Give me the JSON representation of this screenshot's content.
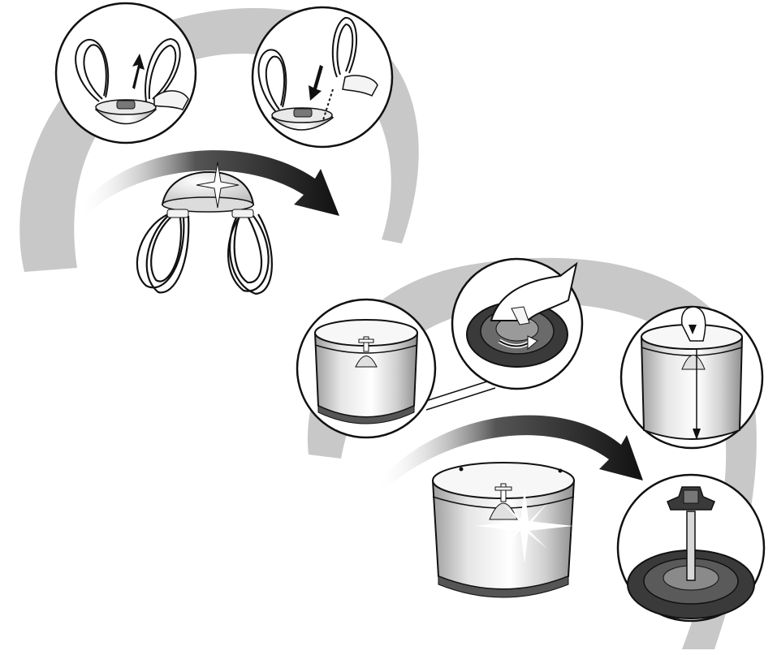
{
  "figure": {
    "type": "illustrated-instruction-diagram",
    "text_labels": [],
    "colors": {
      "background": "#ffffff",
      "swoosh": "#c8c8c8",
      "outline": "#111111",
      "metal_light": "#f2f2f2",
      "metal_mid": "#bdbdbd",
      "rubber_dark": "#3a3a3a",
      "arrow": "#111111"
    }
  },
  "sections": [
    {
      "name": "whisk-insert-cleaning",
      "steps": [
        {
          "name": "remove-whisks",
          "icon": "arrow-up-icon"
        },
        {
          "name": "insert-whisks",
          "icon": "arrow-down-icon"
        },
        {
          "name": "clean-whisk-insert",
          "icon": "sparkle-icon"
        }
      ]
    },
    {
      "name": "bowl-cleaning",
      "steps": [
        {
          "name": "bowl-with-drive",
          "icon": "bowl-icon"
        },
        {
          "name": "rotate-bowl-base",
          "icon": "rotate-arrow-icon"
        },
        {
          "name": "remove-drive-shaft",
          "icon": "arrow-down-icon"
        },
        {
          "name": "clean-bowl",
          "icon": "sparkle-icon"
        },
        {
          "name": "drive-shaft-in-base",
          "icon": "shaft-icon"
        }
      ]
    }
  ]
}
